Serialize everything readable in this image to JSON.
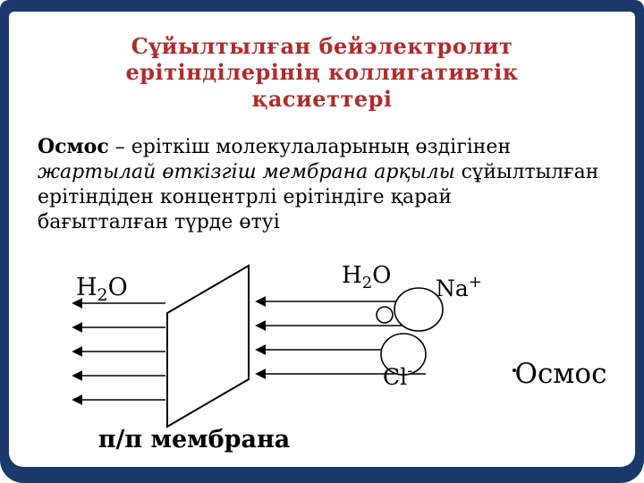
{
  "slide": {
    "colors": {
      "frame": "#1b3a6b",
      "title": "#b02b2b",
      "text": "#000000"
    },
    "title_lines": [
      "Сұйылтылған бейэлектролит",
      "ерітінділерінің коллигативтік",
      "қасиеттері"
    ],
    "paragraph": {
      "line1_bold": "Осмос",
      "line1_rest": " – еріткіш молекулаларының өздігінен",
      "line2_italic": "жартылай өткізгіш мембрана арқылы",
      "line2_rest": " сұйылтылған",
      "line3": "ерітіндіден концентрлі ерітіндіге қарай",
      "line4": "бағытталған түрде өтуі"
    },
    "diagram": {
      "h2o": {
        "pre": "H",
        "sub": "2",
        "post": "O"
      },
      "na": {
        "base": "Na",
        "sup": "+"
      },
      "cl": {
        "base": "Cl",
        "sup": "-"
      },
      "osmosis_label": "Осмос",
      "membrane_label": "п/п мембрана"
    }
  }
}
